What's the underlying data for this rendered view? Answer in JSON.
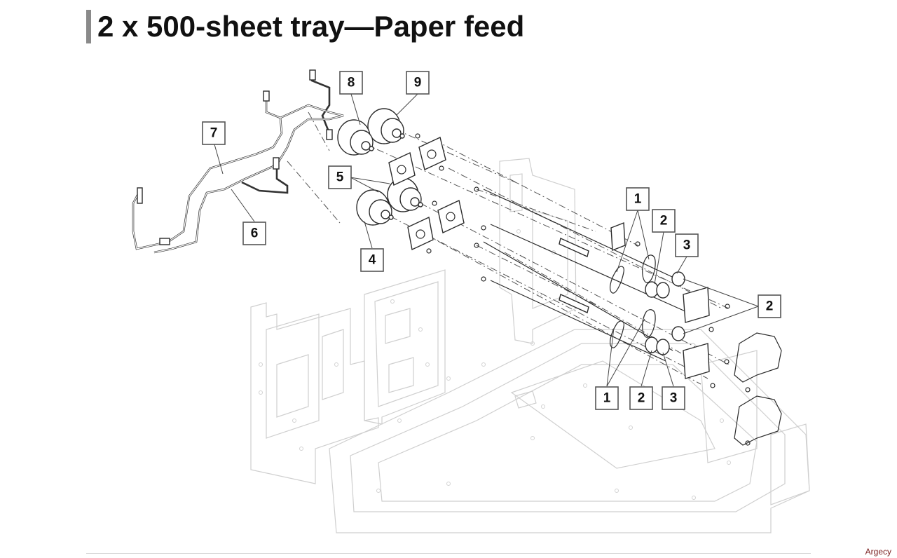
{
  "page": {
    "title": "2 x 500-sheet tray—Paper feed",
    "watermark": "Argecy"
  },
  "callouts": {
    "c1a": "1",
    "c1b": "1",
    "c2a": "2",
    "c2b": "2",
    "c2c": "2",
    "c3a": "3",
    "c3b": "3",
    "c4": "4",
    "c5": "5",
    "c6": "6",
    "c7": "7",
    "c8": "8",
    "c9": "9"
  }
}
